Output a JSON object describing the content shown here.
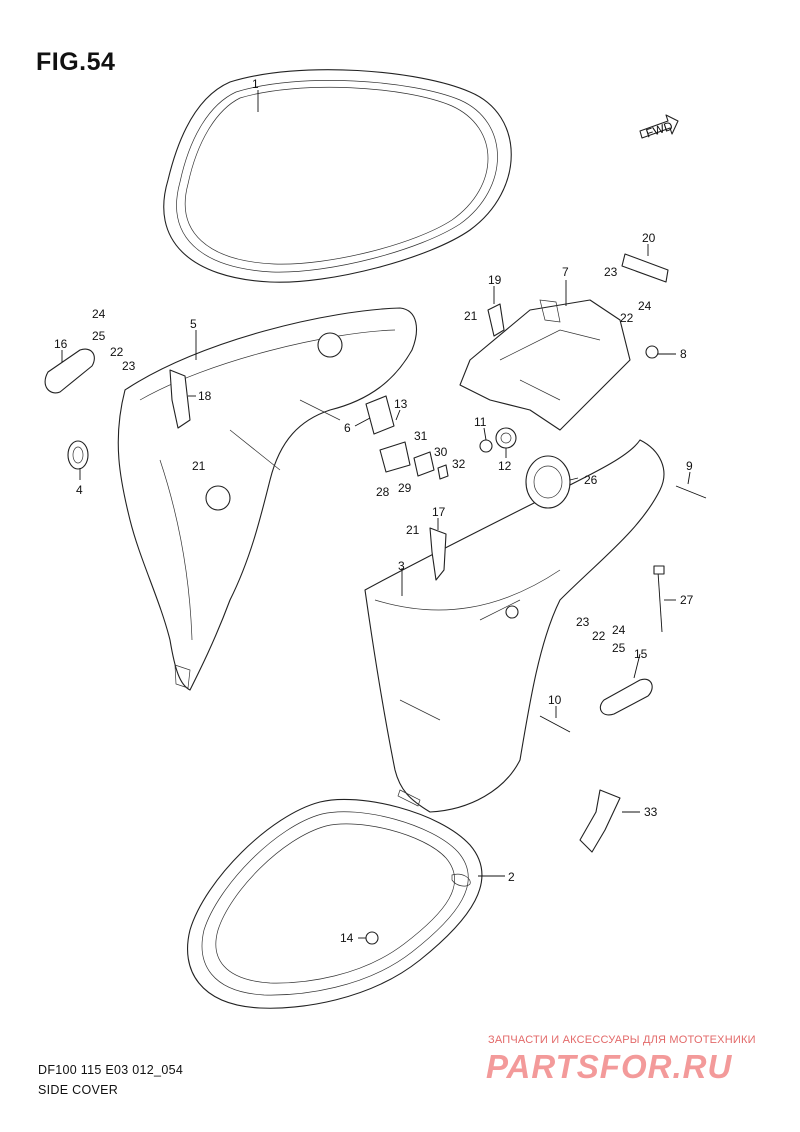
{
  "figure": {
    "title": "FIG.54",
    "model_code": "DF100 115 E03 012_054",
    "section_name": "SIDE COVER",
    "fwd_label": "FWD"
  },
  "watermark": {
    "tagline": "ЗАПЧАСТИ И АКСЕССУАРЫ ДЛЯ МОТОТЕХНИКИ",
    "brand": "PARTSFOR.RU"
  },
  "part_labels": {
    "p1": "1",
    "p2": "2",
    "p3": "3",
    "p4": "4",
    "p5": "5",
    "p6": "6",
    "p7": "7",
    "p8": "8",
    "p9": "9",
    "p10": "10",
    "p11": "11",
    "p12": "12",
    "p13": "13",
    "p14": "14",
    "p15": "15",
    "p16": "16",
    "p17": "17",
    "p18": "18",
    "p19": "19",
    "p20": "20",
    "p21a": "21",
    "p21b": "21",
    "p21c": "21",
    "p22a": "22",
    "p22b": "22",
    "p22c": "22",
    "p23a": "23",
    "p23b": "23",
    "p23c": "23",
    "p24a": "24",
    "p24b": "24",
    "p24c": "24",
    "p25a": "25",
    "p25b": "25",
    "p26": "26",
    "p27": "27",
    "p28": "28",
    "p29": "29",
    "p30": "30",
    "p31": "31",
    "p32": "32",
    "p33": "33"
  }
}
